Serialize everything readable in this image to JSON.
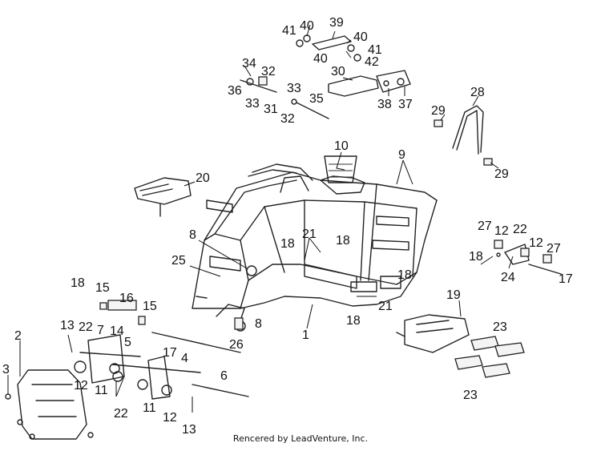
{
  "credit": "Rencered by LeadVenture, Inc.",
  "callouts": [
    {
      "id": "c41a",
      "text": "41"
    },
    {
      "id": "c40a",
      "text": "40"
    },
    {
      "id": "c39",
      "text": "39"
    },
    {
      "id": "c40b",
      "text": "40"
    },
    {
      "id": "c41b",
      "text": "41"
    },
    {
      "id": "c40c",
      "text": "40"
    },
    {
      "id": "c42",
      "text": "42"
    },
    {
      "id": "c34",
      "text": "34"
    },
    {
      "id": "c32a",
      "text": "32"
    },
    {
      "id": "c36",
      "text": "36"
    },
    {
      "id": "c30",
      "text": "30"
    },
    {
      "id": "c33a",
      "text": "33"
    },
    {
      "id": "c33b",
      "text": "33"
    },
    {
      "id": "c31",
      "text": "31"
    },
    {
      "id": "c35",
      "text": "35"
    },
    {
      "id": "c32b",
      "text": "32"
    },
    {
      "id": "c38",
      "text": "38"
    },
    {
      "id": "c37",
      "text": "37"
    },
    {
      "id": "c28",
      "text": "28"
    },
    {
      "id": "c29a",
      "text": "29"
    },
    {
      "id": "c29b",
      "text": "29"
    },
    {
      "id": "c10",
      "text": "10"
    },
    {
      "id": "c9",
      "text": "9"
    },
    {
      "id": "c20",
      "text": "20"
    },
    {
      "id": "c27a",
      "text": "27"
    },
    {
      "id": "c12a",
      "text": "12"
    },
    {
      "id": "c22a",
      "text": "22"
    },
    {
      "id": "c12b",
      "text": "12"
    },
    {
      "id": "c27b",
      "text": "27"
    },
    {
      "id": "c18a",
      "text": "18"
    },
    {
      "id": "c24",
      "text": "24"
    },
    {
      "id": "c17a",
      "text": "17"
    },
    {
      "id": "c8a",
      "text": "8"
    },
    {
      "id": "c21a",
      "text": "21"
    },
    {
      "id": "c18b",
      "text": "18"
    },
    {
      "id": "c18c",
      "text": "18"
    },
    {
      "id": "c25",
      "text": "25"
    },
    {
      "id": "c18d",
      "text": "18"
    },
    {
      "id": "c21b",
      "text": "21"
    },
    {
      "id": "c18e",
      "text": "18"
    },
    {
      "id": "c18f",
      "text": "18"
    },
    {
      "id": "c15a",
      "text": "15"
    },
    {
      "id": "c16",
      "text": "16"
    },
    {
      "id": "c15b",
      "text": "15"
    },
    {
      "id": "c19",
      "text": "19"
    },
    {
      "id": "c13a",
      "text": "13"
    },
    {
      "id": "c22b",
      "text": "22"
    },
    {
      "id": "c7",
      "text": "7"
    },
    {
      "id": "c14",
      "text": "14"
    },
    {
      "id": "c8b",
      "text": "8"
    },
    {
      "id": "c1",
      "text": "1"
    },
    {
      "id": "c2",
      "text": "2"
    },
    {
      "id": "c5",
      "text": "5"
    },
    {
      "id": "c26",
      "text": "26"
    },
    {
      "id": "c23a",
      "text": "23"
    },
    {
      "id": "c17b",
      "text": "17"
    },
    {
      "id": "c4",
      "text": "4"
    },
    {
      "id": "c3",
      "text": "3"
    },
    {
      "id": "c12c",
      "text": "12"
    },
    {
      "id": "c11a",
      "text": "11"
    },
    {
      "id": "c6",
      "text": "6"
    },
    {
      "id": "c22c",
      "text": "22"
    },
    {
      "id": "c11b",
      "text": "11"
    },
    {
      "id": "c12d",
      "text": "12"
    },
    {
      "id": "c23b",
      "text": "23"
    },
    {
      "id": "c13b",
      "text": "13"
    }
  ]
}
